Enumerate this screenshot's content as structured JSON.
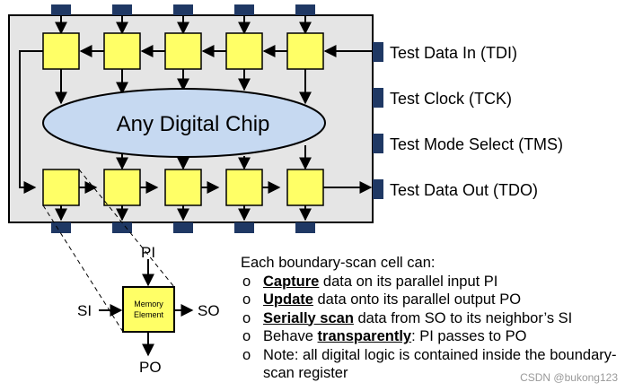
{
  "chip": {
    "label": "Any Digital Chip"
  },
  "pins": {
    "tdi": "Test Data In (TDI)",
    "tck": "Test Clock (TCK)",
    "tms": "Test Mode Select (TMS)",
    "tdo": "Test Data Out (TDO)"
  },
  "cell_detail": {
    "memory_label_1": "Memory",
    "memory_label_2": "Element",
    "pi": "PI",
    "si": "SI",
    "so": "SO",
    "po": "PO"
  },
  "description": {
    "heading": "Each boundary-scan cell can:",
    "bullet": "o",
    "items": [
      {
        "keyword": "Capture",
        "text": " data on its parallel input PI"
      },
      {
        "keyword": "Update",
        "text": " data onto its parallel output PO"
      },
      {
        "keyword": "Serially scan",
        "text": " data from SO to its neighbor’s SI"
      },
      {
        "prefix": "Behave ",
        "keyword": "transparently",
        "text": ": PI passes to PO"
      },
      {
        "text": "Note: all digital logic is contained inside the boundary-scan register"
      }
    ]
  },
  "watermark": "CSDN @bukong123",
  "colors": {
    "cell": "#ffff66",
    "pin": "#1f3864",
    "chip_bg": "#e5e5e5",
    "ellipse": "#c6d9f1"
  }
}
